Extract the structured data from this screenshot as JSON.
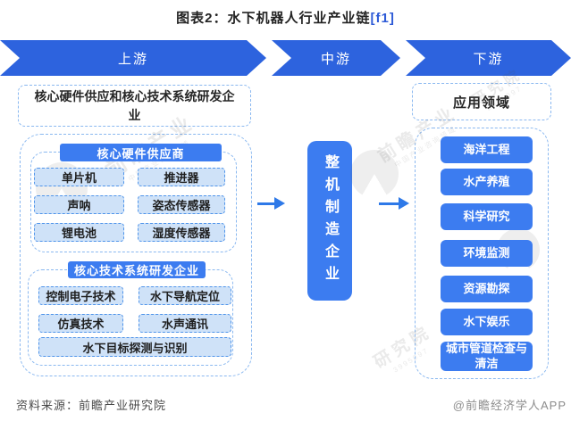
{
  "title": {
    "prefix": "图表2：水下机器人行业产业链",
    "suffix": "[f1]"
  },
  "banner": {
    "upstream": "上游",
    "midstream": "中游",
    "downstream": "下游"
  },
  "upstream": {
    "headline": "核心硬件供应和核心技术系统研发企业",
    "hardware_group": {
      "title": "核心硬件供应商",
      "items": [
        "单片机",
        "推进器",
        "声呐",
        "姿态传感器",
        "锂电池",
        "湿度传感器"
      ]
    },
    "tech_group": {
      "title": "核心技术系统研发企业",
      "items": [
        "控制电子技术",
        "水下导航定位",
        "仿真技术",
        "水声通讯"
      ],
      "wide_item": "水下目标探测与识别"
    }
  },
  "midstream": {
    "label": "整机制造企业"
  },
  "downstream": {
    "headline": "应用领域",
    "items": [
      "海洋工程",
      "水产养殖",
      "科学研究",
      "环境监测",
      "资源勘探",
      "水下娱乐",
      "城市管道检查与清洁"
    ]
  },
  "footer": {
    "source": "资料来源：前瞻产业研究院",
    "credit": "@前瞻经济学人APP"
  },
  "watermark": {
    "brand": "前瞻产业",
    "tagline": "中国产业咨询领域",
    "institute": "研究院",
    "digits": "3995097"
  },
  "colors": {
    "banner_blue": "#2d63de",
    "box_blue": "#3c7cf0",
    "light_item_fill": "#cfe2f8",
    "item_border_blue": "#4f94ea",
    "dashed_border_blue": "#8ab8f0",
    "arrow_blue": "#2e79e8",
    "title_suffix_blue": "#2e5bd7"
  }
}
